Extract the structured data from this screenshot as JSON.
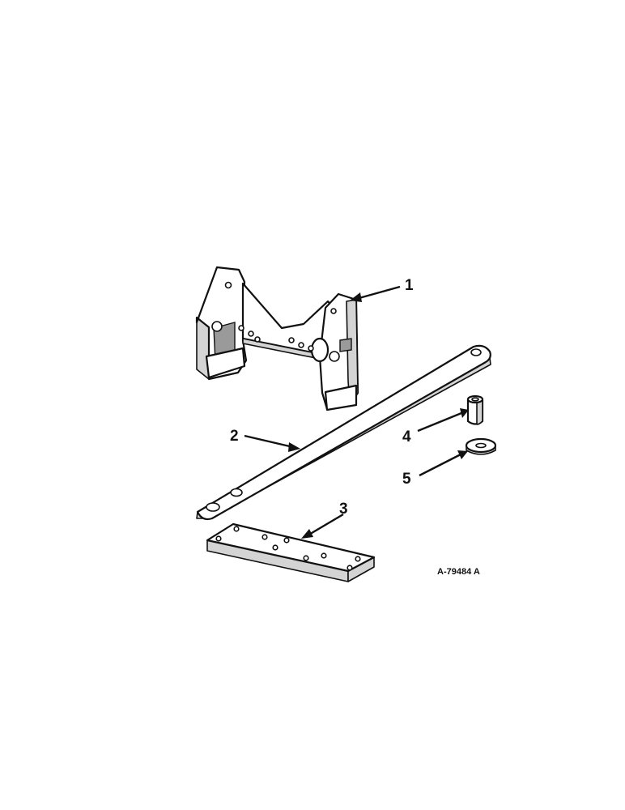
{
  "callouts": [
    {
      "id": "1",
      "label": "1"
    },
    {
      "id": "2",
      "label": "2"
    },
    {
      "id": "3",
      "label": "3"
    },
    {
      "id": "4",
      "label": "4"
    },
    {
      "id": "5",
      "label": "5"
    }
  ],
  "figure_id": "A-79484 A"
}
